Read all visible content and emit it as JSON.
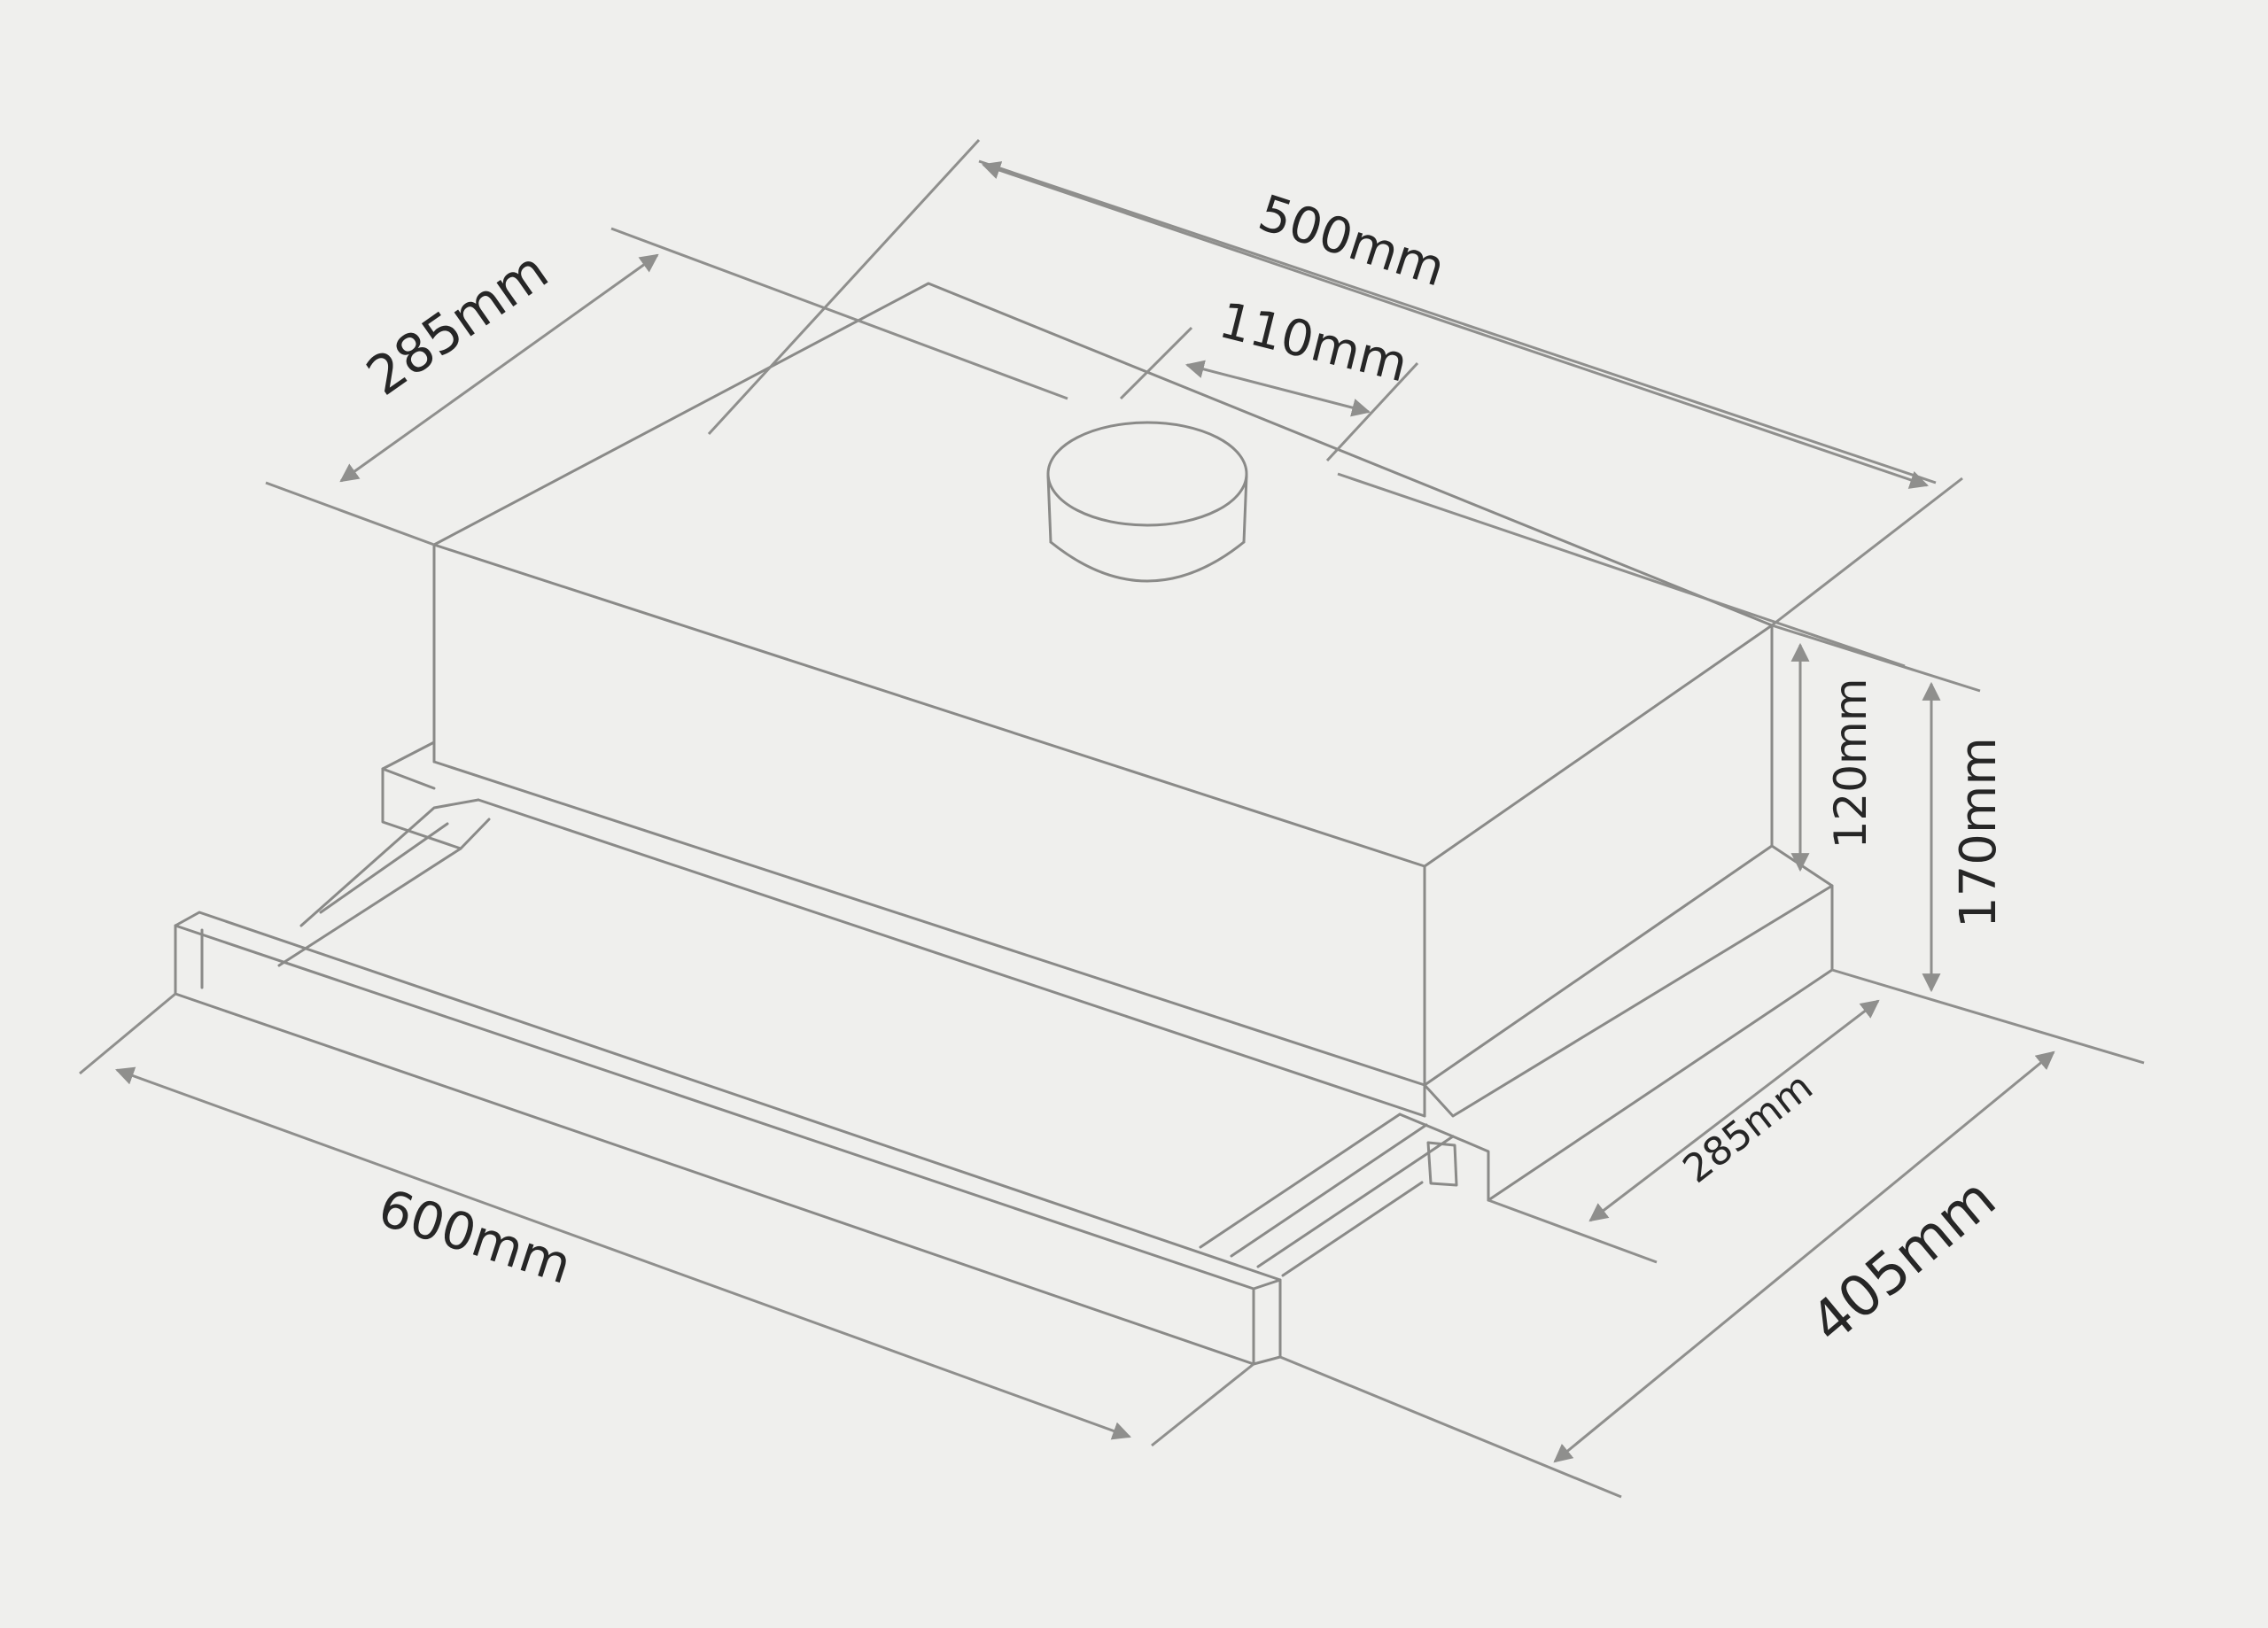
{
  "dimensions": {
    "top_width": "500mm",
    "top_depth": "285mm",
    "duct_diameter": "110mm",
    "body_height": "120mm",
    "total_height": "170mm",
    "front_width": "600mm",
    "base_depth": "285mm",
    "extended_depth": "405mm"
  },
  "colors": {
    "line": "#8a8a88",
    "text": "#262626",
    "paper": "#efefed"
  }
}
